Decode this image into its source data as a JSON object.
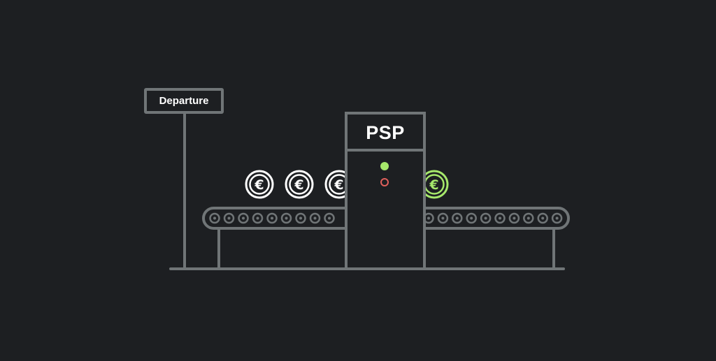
{
  "sign": {
    "label": "Departure"
  },
  "gate": {
    "label": "PSP"
  },
  "coins": {
    "symbol": "€",
    "pending_count": 3,
    "passed_count": 1
  },
  "indicators": [
    {
      "name": "go-light",
      "state": "on"
    },
    {
      "name": "stop-light",
      "state": "off"
    }
  ],
  "colors": {
    "background": "#1d1f22",
    "outline": "#707577",
    "coin": "#ffffff",
    "coin_passed": "#a6e86b",
    "indicator_go": "#a6e86b",
    "indicator_stop": "#e0605c",
    "text": "#ffffff"
  }
}
